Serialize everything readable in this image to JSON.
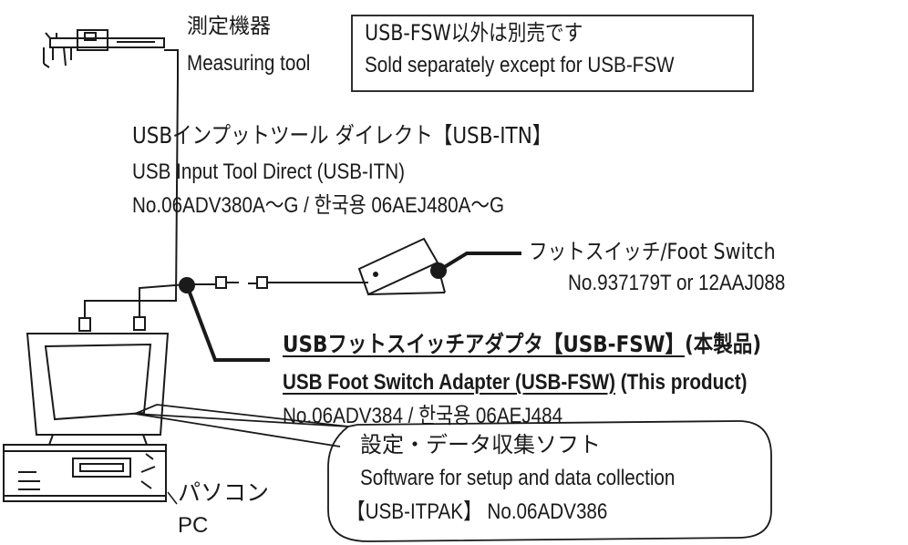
{
  "tool": {
    "label_jp": "測定機器",
    "label_en": "Measuring tool"
  },
  "note": {
    "line1": "USB-FSW以外は別売です",
    "line2": "Sold separately except for USB-FSW"
  },
  "itn": {
    "line1": "USBインプットツール ダイレクト【USB-ITN】",
    "line2": "USB Input Tool Direct (USB-ITN)",
    "line3": "No.06ADV380A〜G / 한국용 06AEJ480A〜G"
  },
  "foot_switch": {
    "line1": "フットスイッチ/Foot Switch",
    "line2": "No.937179T or 12AAJ088"
  },
  "fsw": {
    "line1_main": "USBフットスイッチアダプタ【USB-FSW】",
    "line1_suffix": "(本製品)",
    "line2_main": "USB Foot Switch Adapter (USB-FSW)",
    "line2_suffix": " (This product)",
    "line3": "No.06ADV384 / 한국용 06AEJ484"
  },
  "software": {
    "line1": "設定・データ収集ソフト",
    "line2": "Software for setup and data collection",
    "line3": "【USB-ITPAK】 No.06ADV386"
  },
  "pc": {
    "label_jp": "パソコン",
    "label_en": "PC"
  },
  "colors": {
    "line": "#1a1a1a",
    "background": "#ffffff"
  }
}
